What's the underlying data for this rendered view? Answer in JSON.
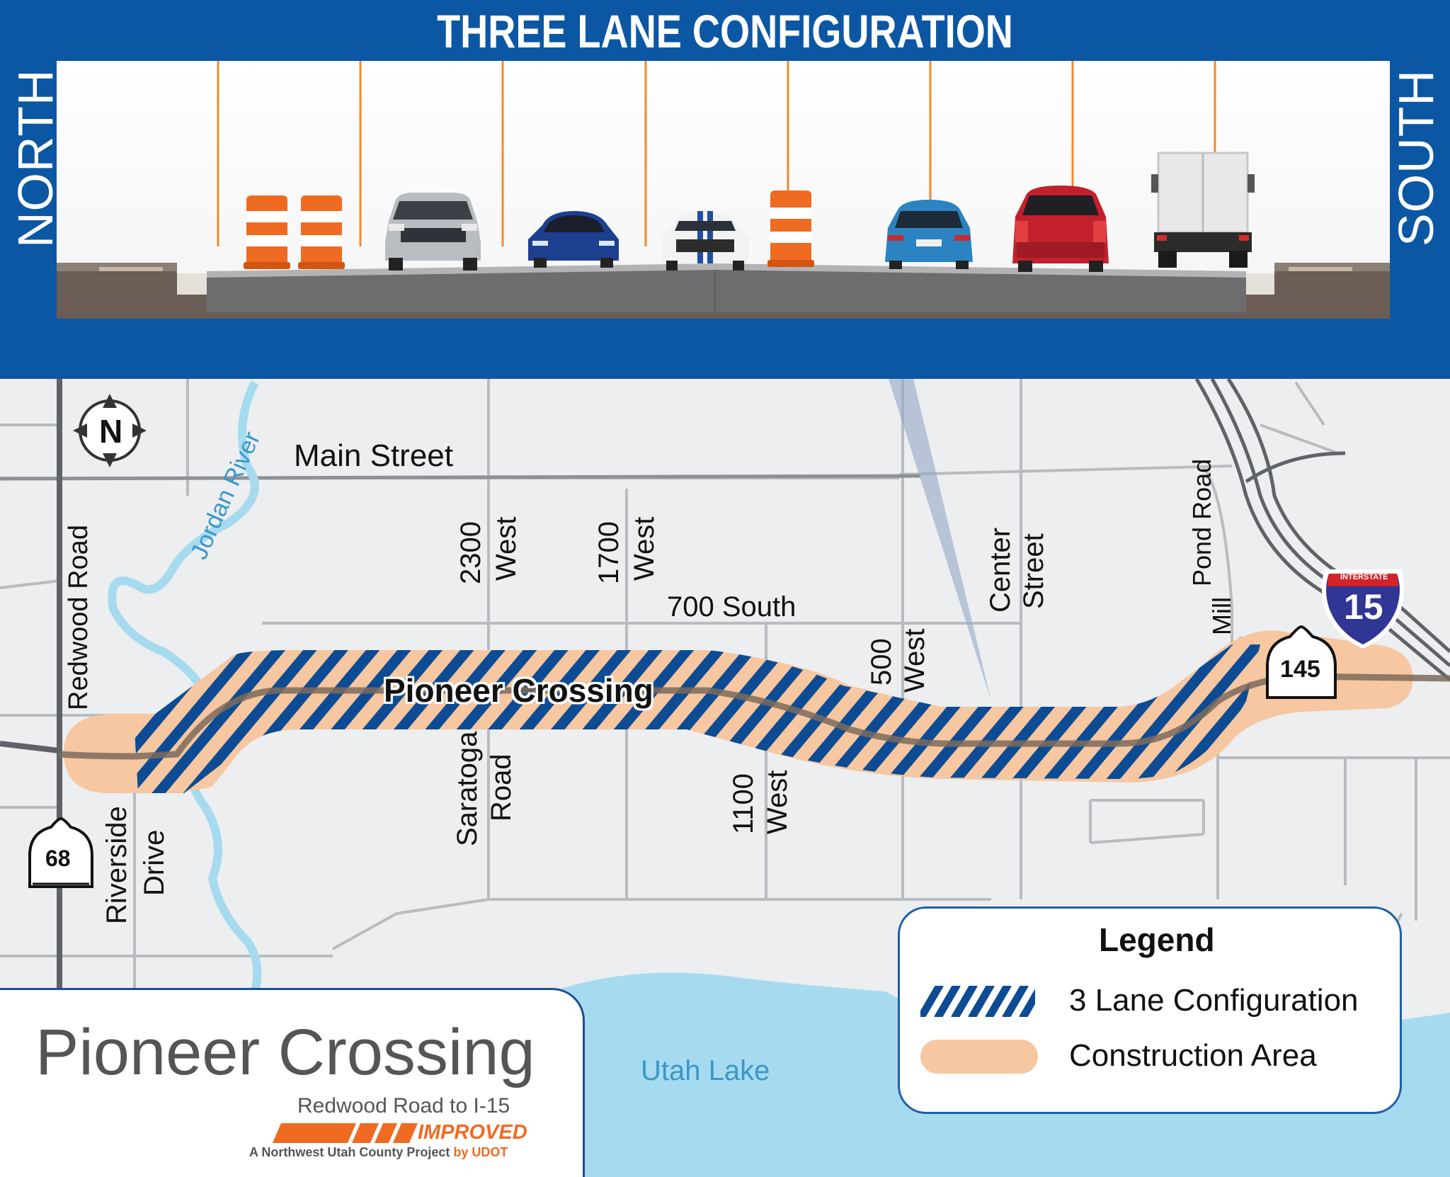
{
  "cross_section": {
    "title": "THREE LANE CONFIGURATION",
    "left_label": "NORTH",
    "right_label": "SOUTH",
    "colors": {
      "background": "#0b57a4",
      "barrel": "#ef6b21",
      "divider": "#f08a2c"
    }
  },
  "map": {
    "compass": "N",
    "streets": {
      "main_street": "Main Street",
      "redwood_road": "Redwood Road",
      "w2300_num": "2300",
      "w2300_dir": "West",
      "w1700_num": "1700",
      "w1700_dir": "West",
      "south700": "700 South",
      "center_1": "Center",
      "center_2": "Street",
      "mill_1": "Mill",
      "mill_2": "Pond Road",
      "w500_num": "500",
      "w500_dir": "West",
      "w1100_num": "1100",
      "w1100_dir": "West",
      "saratoga_1": "Saratoga",
      "saratoga_2": "Road",
      "riverside_1": "Riverside",
      "riverside_2": "Drive",
      "pioneer": "Pioneer Crossing"
    },
    "water": {
      "river": "Jordan River",
      "lake": "Utah Lake"
    },
    "shields": {
      "sr68": "68",
      "sr145": "145",
      "i15_top": "INTERSTATE",
      "i15_num": "15"
    },
    "colors": {
      "hatch": "#0d4c94",
      "construction": "#f6c7a0",
      "water": "#a6dbef",
      "land": "#eceef0"
    }
  },
  "legend": {
    "title": "Legend",
    "items": [
      {
        "label": "3 Lane Configuration",
        "symbol": "hatch"
      },
      {
        "label": "Construction Area",
        "symbol": "construction"
      }
    ]
  },
  "title_block": {
    "title": "Pioneer Crossing",
    "subtitle": "Redwood Road to I-15",
    "improved": "IMPROVED",
    "credit": "A Northwest Utah County Project",
    "credit_by": "by UDOT"
  }
}
